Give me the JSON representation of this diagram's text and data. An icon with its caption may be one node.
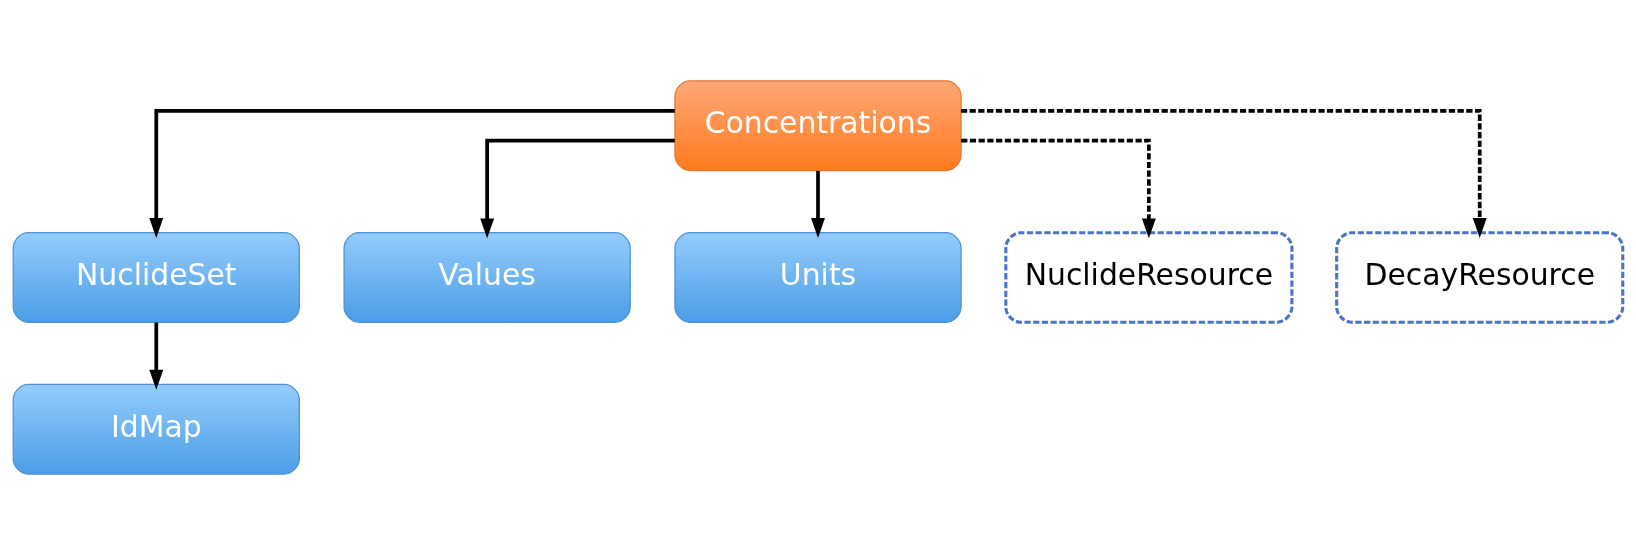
{
  "diagram": {
    "nodes": [
      {
        "text": [
          "Concentrations"
        ]
      },
      {
        "text": [
          "NuclideSet"
        ]
      },
      {
        "text": [
          "Values"
        ]
      },
      {
        "text": [
          "Units"
        ]
      },
      {
        "text": [
          "NuclideResource"
        ]
      },
      {
        "text": [
          "IdMap"
        ]
      },
      {
        "text": [
          "DecayResource"
        ]
      }
    ],
    "edges": [
      {
        "from": 0,
        "to": 1,
        "arrow": "to"
      },
      {
        "from": 0,
        "to": 2,
        "arrow": "to"
      },
      {
        "from": 0,
        "to": 3,
        "arrow": "to"
      },
      {
        "from": 0,
        "to": 4,
        "arrow": "to",
        "style": "dashed"
      },
      {
        "from": 1,
        "to": 5,
        "arrow": "to"
      },
      {
        "from": 0,
        "to": 6,
        "arrow": "to",
        "style": "dashed"
      }
    ]
  }
}
